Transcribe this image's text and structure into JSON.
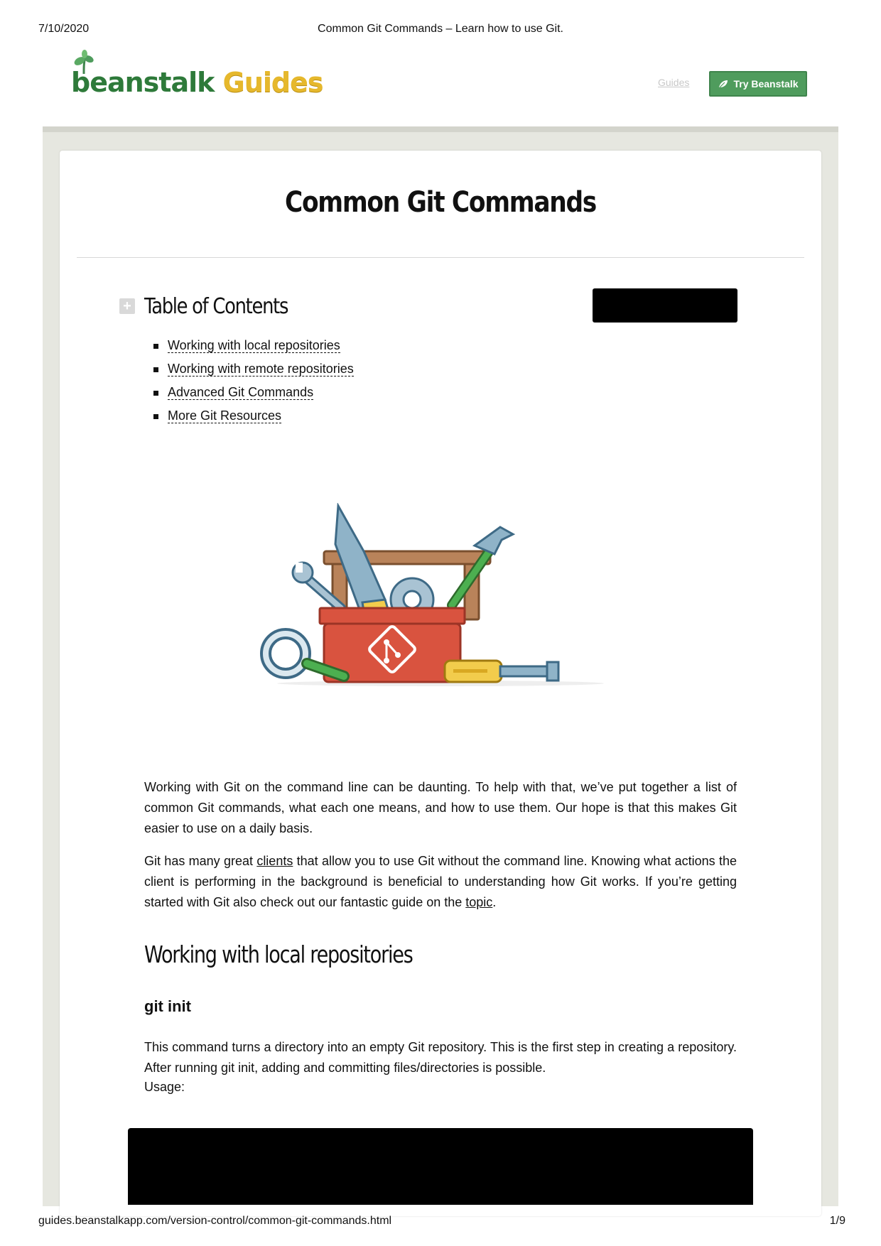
{
  "print_header": {
    "date": "7/10/2020",
    "title": "Common Git Commands – Learn how to use Git."
  },
  "print_footer": {
    "url": "guides.beanstalkapp.com/version-control/common-git-commands.html",
    "page": "1/9"
  },
  "site_header": {
    "logo_word1": "beanstalk",
    "logo_word2": "Guides",
    "nav_guides": "Guides",
    "try_button": "Try Beanstalk"
  },
  "article": {
    "title": "Common Git Commands",
    "toc": {
      "toggle": "+",
      "title": "Table of Contents",
      "items": [
        "Working with local repositories",
        "Working with remote repositories",
        "Advanced Git Commands",
        "More Git Resources"
      ]
    },
    "intro_paragraph": "Working with Git on the command line can be daunting. To help with that, we’ve put together a list of common Git commands, what each one means, and how to use them. Our hope is that this makes Git easier to use on a daily basis.",
    "clients_paragraph": {
      "before": "Git has many great ",
      "link1": "clients",
      "middle": " that allow you to use Git without the command line. Knowing what actions the client is performing in the background is beneficial to understanding how Git works. If you’re getting started with Git also check out our fantastic guide on the ",
      "link2": "topic",
      "after": "."
    },
    "section_heading": "Working with local repositories",
    "command_heading": "git init",
    "command_description": "This command turns a directory into an empty Git repository. This is the first step in creating a repository. After running git init, adding and committing files/directories is possible.",
    "usage_label": "Usage:"
  },
  "colors": {
    "brand_green": "#4f9c5d",
    "logo_yellow": "#e6b82c",
    "toolbox_red": "#d9533f"
  }
}
